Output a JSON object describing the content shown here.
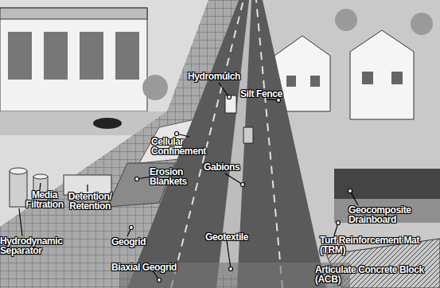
{
  "diagram": {
    "labels": [
      "Hydromulch",
      "Silt Fence",
      "Cellular Confinement",
      "Erosion Blankets",
      "Gabions",
      "Geocomposite Drainboard",
      "Media Filtration",
      "Detention/ Retention",
      "Hydrodynamic Separator",
      "Geotextile",
      "Turf Reinforcement Mat (TRM)",
      "Geogrid",
      "Biaxial Geogrid",
      "Articulate Concrete Block (ACB)"
    ]
  }
}
